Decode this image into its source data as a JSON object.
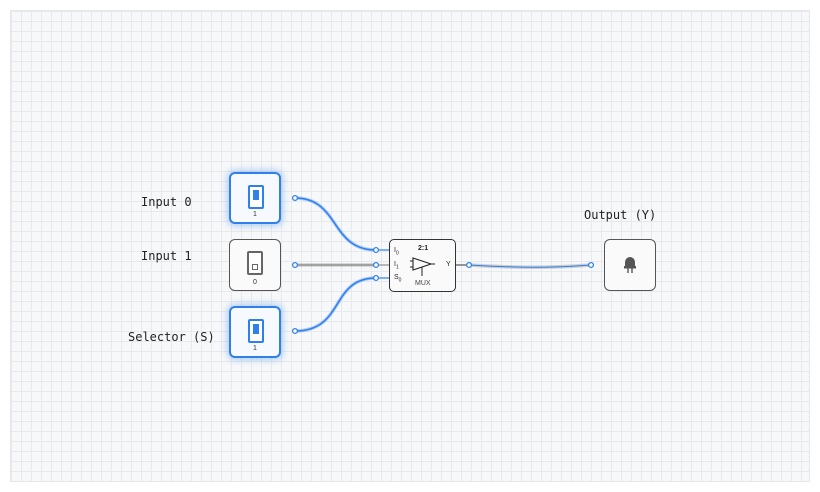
{
  "labels": {
    "input0": "Input 0",
    "input1": "Input 1",
    "selector": "Selector (S)",
    "output": "Output (Y)"
  },
  "nodes": {
    "input0": {
      "value": "1",
      "state": "on",
      "icon": "toggle-switch-icon"
    },
    "input1": {
      "value": "0",
      "state": "off",
      "icon": "toggle-switch-icon"
    },
    "selector": {
      "value": "1",
      "state": "on",
      "icon": "toggle-switch-icon"
    },
    "output": {
      "icon": "led-bulb-icon"
    }
  },
  "mux": {
    "ratio": "2:1",
    "name": "MUX",
    "pins": {
      "in0": "I",
      "in0_sub": "0",
      "in1": "I",
      "in1_sub": "1",
      "sel": "S",
      "sel_sub": "0",
      "out": "Y"
    }
  },
  "colors": {
    "active_wire": "#2f80ed",
    "inactive_wire": "#9a9a9a",
    "grid": "#e7e9ec",
    "background": "#f7f8f9"
  }
}
